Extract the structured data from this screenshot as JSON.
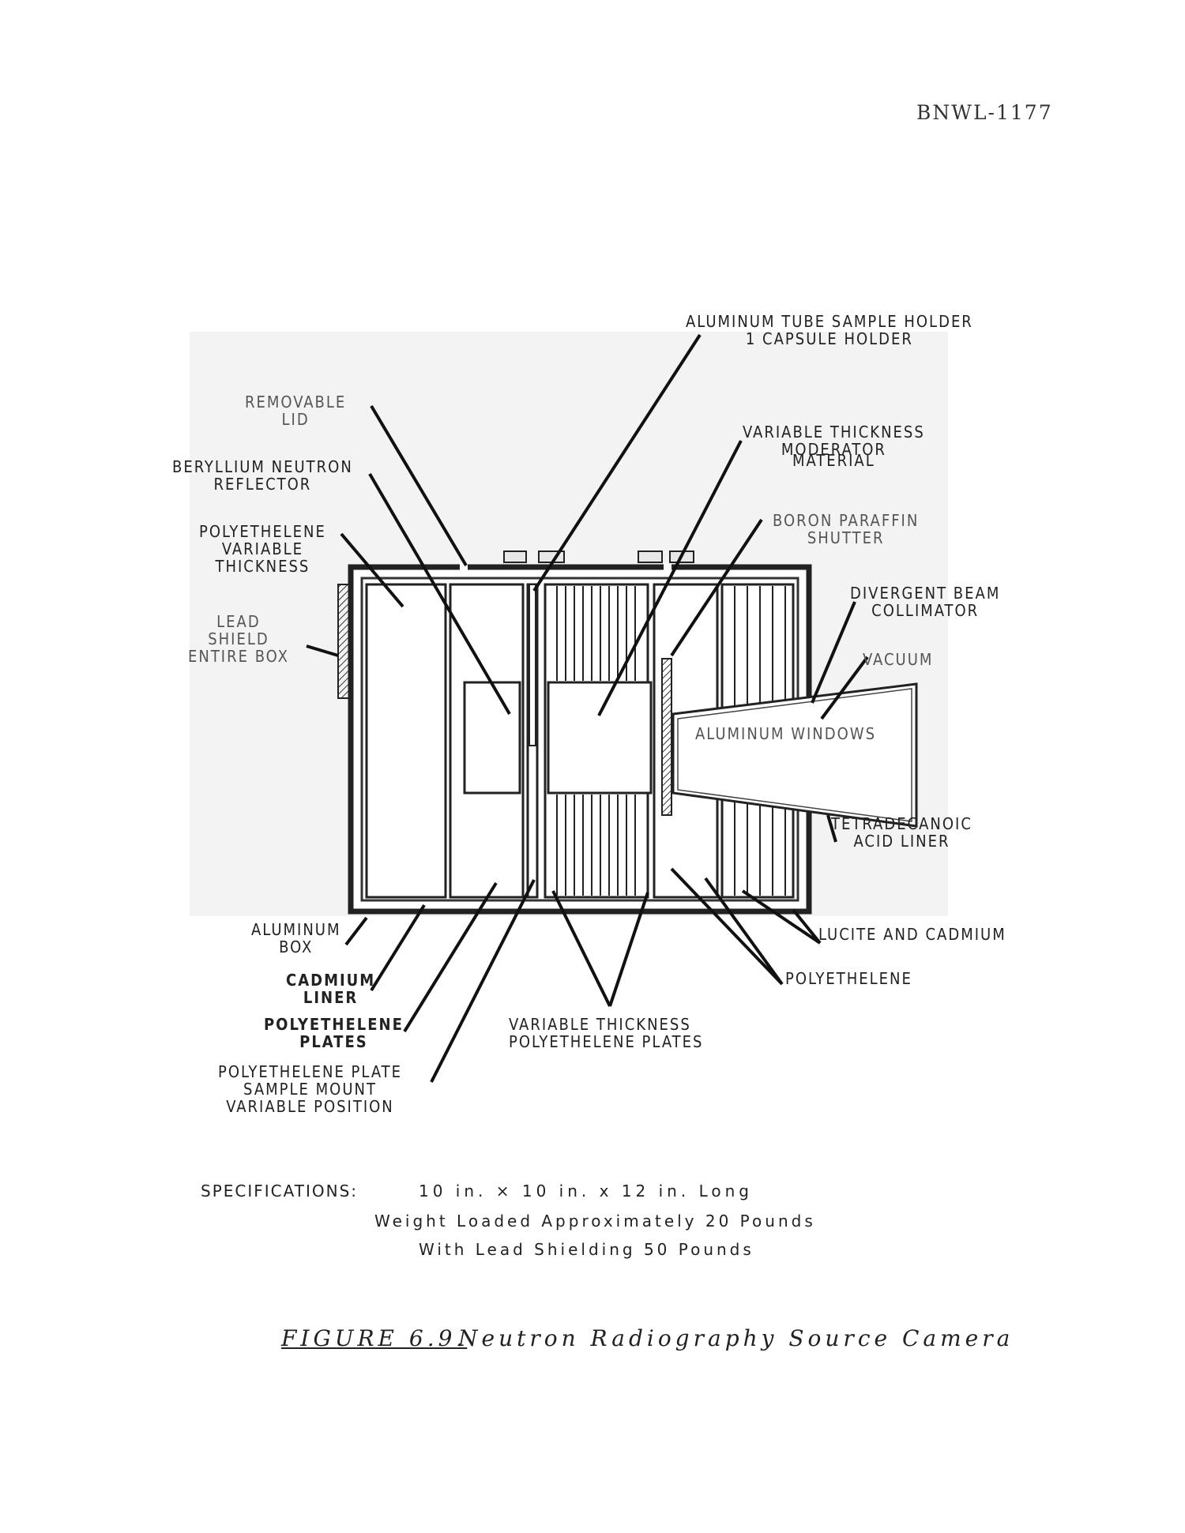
{
  "document_id": "BNWL-1177",
  "labels": {
    "tube_holder": [
      "ALUMINUM TUBE SAMPLE HOLDER",
      "1 CAPSULE HOLDER"
    ],
    "removable_lid": [
      "REMOVABLE",
      "LID"
    ],
    "beryllium": [
      "BERYLLIUM NEUTRON",
      "REFLECTOR"
    ],
    "poly_variable": [
      "POLYETHELENE",
      "VARIABLE",
      "THICKNESS"
    ],
    "lead_shield": [
      "LEAD",
      "SHIELD",
      "ENTIRE BOX"
    ],
    "moderator": [
      "VARIABLE THICKNESS",
      "MODERATOR",
      "MATERIAL"
    ],
    "boron": [
      "BORON PARAFFIN",
      "SHUTTER"
    ],
    "collimator": [
      "DIVERGENT BEAM",
      "COLLIMATOR"
    ],
    "vacuum": "VACUUM",
    "windows": "ALUMINUM WINDOWS",
    "liner": [
      "TETRADECANOIC",
      "ACID LINER"
    ],
    "lucite": "LUCITE AND CADMIUM",
    "polyethelene": "POLYETHELENE",
    "aluminum_box": [
      "ALUMINUM",
      "BOX"
    ],
    "cadmium_liner": [
      "CADMIUM",
      "LINER"
    ],
    "poly_plates": [
      "POLYETHELENE",
      "PLATES"
    ],
    "sample_mount": [
      "POLYETHELENE PLATE",
      "SAMPLE MOUNT",
      "VARIABLE POSITION"
    ],
    "var_poly_plates": [
      "VARIABLE THICKNESS",
      "POLYETHELENE PLATES"
    ]
  },
  "specifications": {
    "label": "SPECIFICATIONS:",
    "dimensions": "10 in. × 10 in. x 12 in. Long",
    "weight": "Weight Loaded Approximately 20 Pounds",
    "shielding": "With Lead Shielding 50 Pounds"
  },
  "caption": {
    "number": "FIGURE 6.9.",
    "title": "Neutron Radiography Source Camera"
  }
}
